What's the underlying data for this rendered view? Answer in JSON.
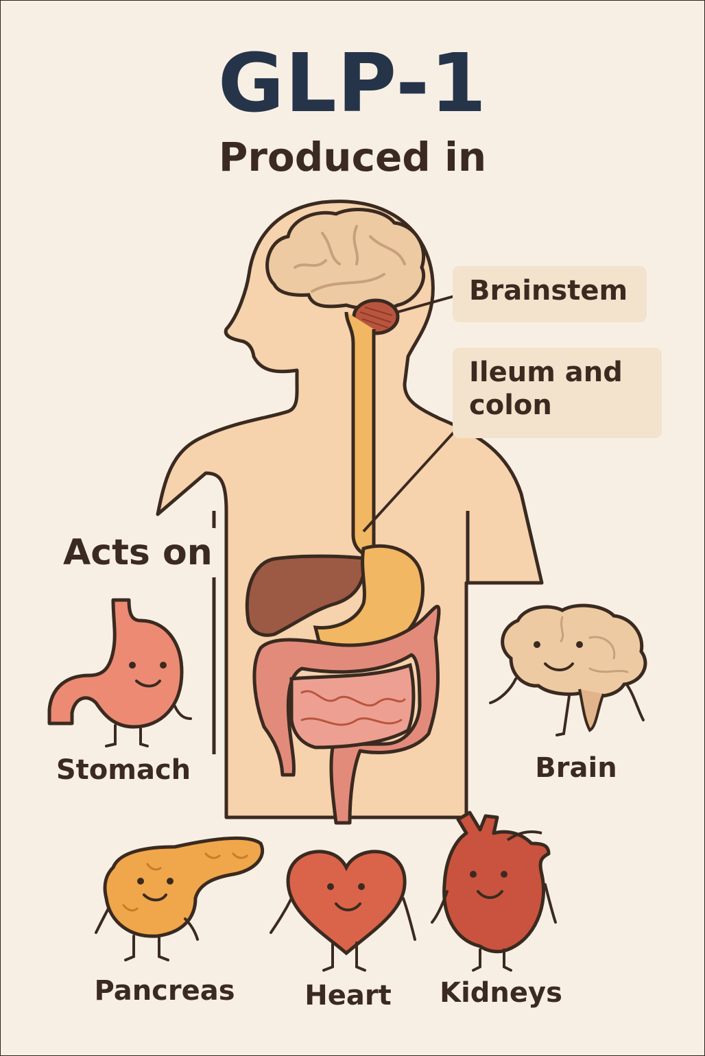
{
  "title": "GLP-1",
  "produced_heading": "Produced in",
  "production_sites": [
    {
      "label": "Brainstem"
    },
    {
      "label": "Ileum and colon"
    }
  ],
  "acts_on_heading": "Acts on",
  "target_organs": [
    {
      "label": "Stomach"
    },
    {
      "label": "Brain"
    },
    {
      "label": "Pancreas"
    },
    {
      "label": "Heart"
    },
    {
      "label": "Kidneys"
    }
  ],
  "colors": {
    "background": "#f8efe4",
    "title": "#26344a",
    "text": "#3b2a20",
    "skin": "#f6d2ad",
    "outline": "#3a2a20",
    "label_box": "#f3e2cc",
    "brain": "#edcaa2",
    "brainstem": "#b9553e",
    "esophagus_stomach": "#f2b762",
    "liver": "#9c5a44",
    "intestine": "#e38b7b",
    "stomach_char": "#ec8a74",
    "pancreas": "#f0a64a",
    "heart": "#d9644a",
    "heart_anatomical": "#c9533e"
  }
}
